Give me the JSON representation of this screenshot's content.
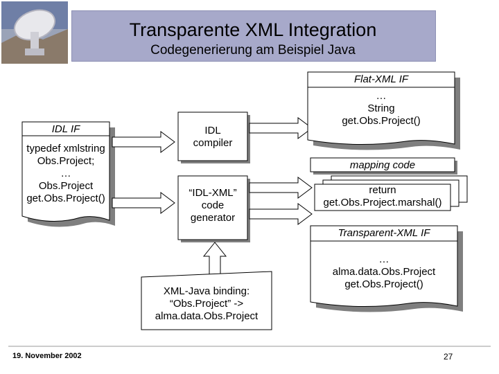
{
  "slide": {
    "title": "Transparente XML Integration",
    "subtitle": "Codegenerierung am Beispiel Java",
    "date": "19. November 2002",
    "page_number": "27"
  },
  "idl_doc": {
    "title": "IDL IF",
    "lines": [
      "typedef xmlstring",
      "Obs.Project;",
      "…",
      "Obs.Project",
      "get.Obs.Project()"
    ]
  },
  "idl_compiler": {
    "lines": [
      "IDL",
      "compiler"
    ]
  },
  "generator": {
    "lines": [
      "“IDL-XML”",
      "code",
      "generator"
    ]
  },
  "binding": {
    "lines": [
      "XML-Java binding:",
      "“Obs.Project” ->",
      "alma.data.Obs.Project"
    ]
  },
  "flat_xml": {
    "title": "Flat-XML IF",
    "lines": [
      "…",
      "String",
      "get.Obs.Project()"
    ]
  },
  "mapping": {
    "title": "mapping code",
    "lines": [
      "return",
      "get.Obs.Project.marshal()"
    ]
  },
  "transparent": {
    "title": "Transparent-XML IF",
    "lines": [
      "…",
      "alma.data.Obs.Project",
      "get.Obs.Project()"
    ]
  },
  "colors": {
    "header_bg": "#a7a9ca",
    "shadow": "#7f7f7f"
  }
}
